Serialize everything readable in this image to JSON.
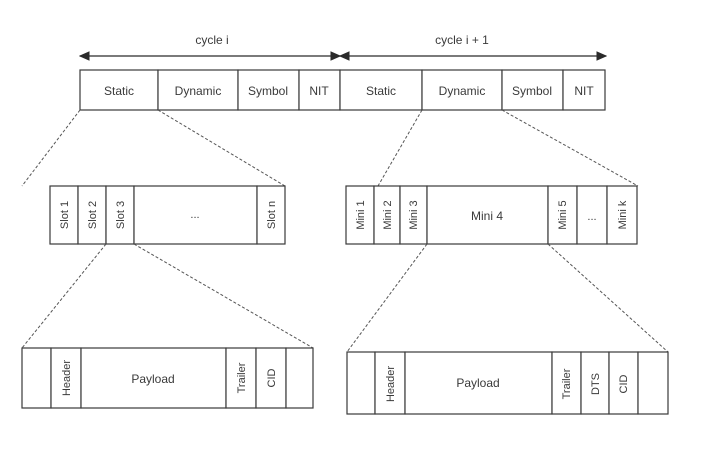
{
  "cycles": [
    {
      "label": "cycle i",
      "segments": [
        "Static",
        "Dynamic",
        "Symbol",
        "NIT"
      ]
    },
    {
      "label": "cycle i + 1",
      "segments": [
        "Static",
        "Dynamic",
        "Symbol",
        "NIT"
      ]
    }
  ],
  "static_slots": {
    "cells": [
      "Slot 1",
      "Slot 2",
      "Slot 3",
      "...",
      "Slot n"
    ]
  },
  "dynamic_minislots": {
    "cells": [
      "Mini 1",
      "Mini 2",
      "Mini 3",
      "Mini 4",
      "Mini 5",
      "...",
      "Mini k"
    ]
  },
  "static_frame": {
    "cells": [
      "",
      "Header",
      "Payload",
      "Trailer",
      "CID",
      ""
    ]
  },
  "dynamic_frame": {
    "cells": [
      "",
      "Header",
      "Payload",
      "Trailer",
      "DTS",
      "CID",
      ""
    ]
  }
}
